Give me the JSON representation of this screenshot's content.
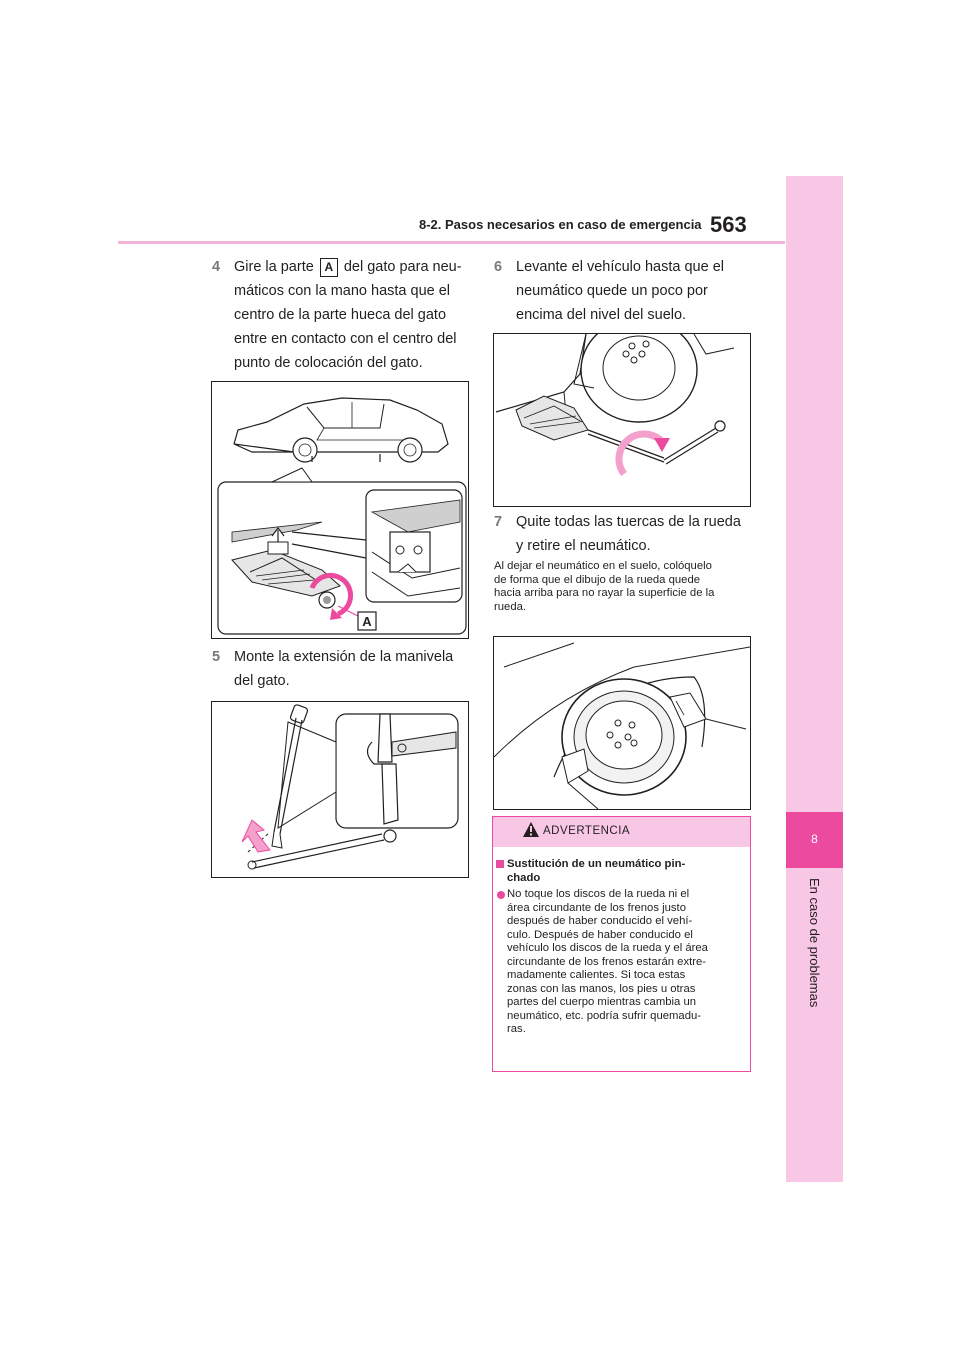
{
  "header": {
    "section_title": "8-2. Pasos necesarios en caso de emergencia",
    "page_number": "563"
  },
  "side_tab": {
    "chapter_number": "8",
    "chapter_label": "En caso de problemas"
  },
  "step4": {
    "number": "4",
    "line1_before": "Gire la parte",
    "label_a": "A",
    "line1_after": "del gato para neu-",
    "lines": [
      "máticos con la mano hasta que el",
      "centro de la parte hueca del gato",
      "entre en contacto con el centro del",
      "punto de colocación del gato."
    ]
  },
  "figure1": {
    "callout_label": "A"
  },
  "step5": {
    "number": "5",
    "lines": [
      "Monte la extensión de la manivela",
      "del gato."
    ]
  },
  "step6": {
    "number": "6",
    "lines": [
      "Levante el vehículo hasta que el",
      "neumático quede un poco por",
      "encima del nivel del suelo."
    ]
  },
  "step7": {
    "number": "7",
    "lines": [
      "Quite todas las tuercas de la rueda",
      "y retire el neumático."
    ]
  },
  "note": {
    "lines": [
      "Al dejar el neumático en el suelo, colóquelo",
      "de forma que el dibujo de la rueda quede",
      "hacia arriba para no rayar la superficie de la",
      "rueda."
    ]
  },
  "warning": {
    "title": "ADVERTENCIA",
    "subtitle_lines": [
      "Sustitución de un neumático pin-",
      "chado"
    ],
    "text_lines": [
      "No toque los discos de la rueda ni el",
      "área circundante de los frenos justo",
      "después de haber conducido el vehí-",
      "culo. Después de haber conducido el",
      "vehículo los discos de la rueda y el área",
      "circundante de los frenos estarán extre-",
      "madamente calientes. Si toca estas",
      "zonas con las manos, los pies u otras",
      "partes del cuerpo mientras cambia un",
      "neumático, etc. podría sufrir quemadu-",
      "ras."
    ]
  },
  "colors": {
    "accent_pink": "#ec4a9e",
    "light_pink": "#f9c7e6",
    "rule_pink": "#f3b4d8",
    "text": "#231f20"
  }
}
